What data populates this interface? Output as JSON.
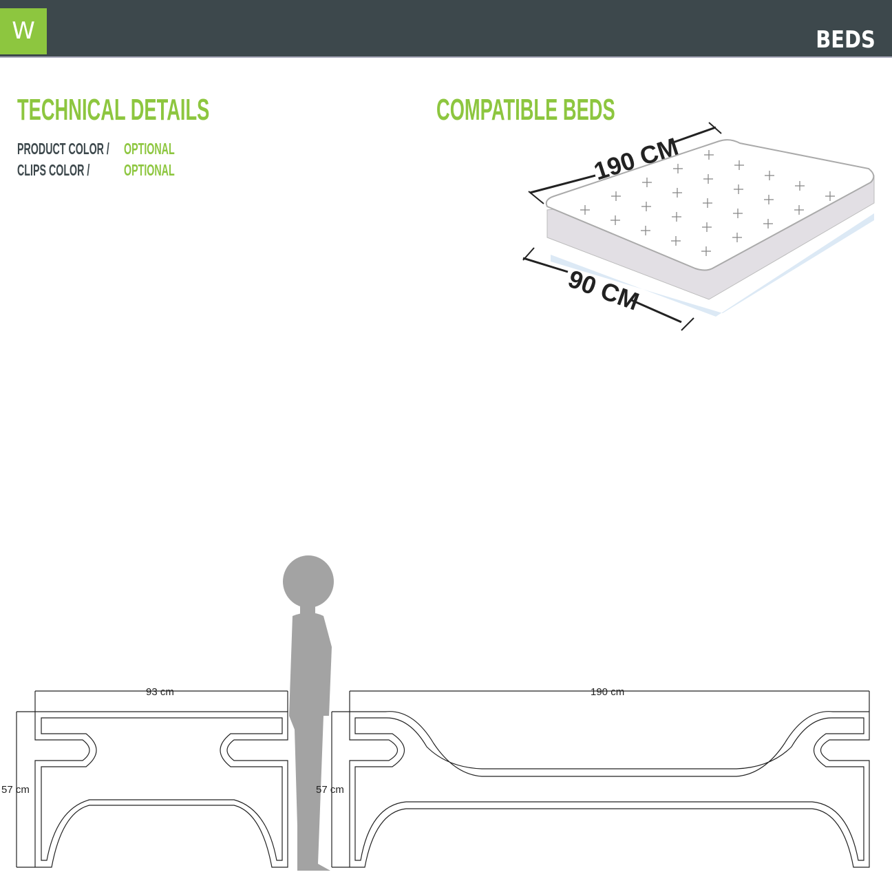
{
  "header": {
    "logo": "W",
    "title": "BEDS"
  },
  "technical": {
    "heading": "TECHNICAL DETAILS",
    "rows": [
      {
        "label": "PRODUCT COLOR /",
        "value": "OPTIONAL"
      },
      {
        "label": "CLIPS COLOR /",
        "value": "OPTIONAL"
      }
    ]
  },
  "compatible": {
    "heading": "COMPATIBLE BEDS",
    "length": "190 CM",
    "width": "90 CM"
  },
  "drawing": {
    "side_width": "93 cm",
    "side_height": "57 cm",
    "front_length": "190 cm",
    "front_height": "57 cm"
  },
  "colors": {
    "accent": "#8dc63f",
    "header": "#3d484c"
  }
}
